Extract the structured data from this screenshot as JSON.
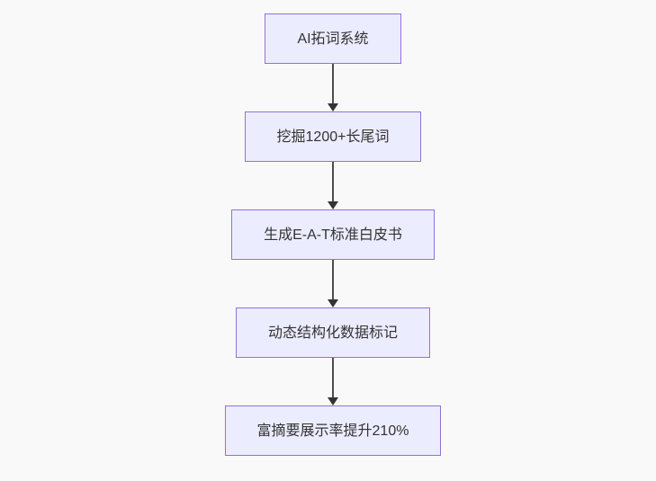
{
  "diagram": {
    "type": "flowchart-top-down",
    "nodes": [
      {
        "id": "A",
        "label": "AI拓词系统"
      },
      {
        "id": "B",
        "label": "挖掘1200+长尾词"
      },
      {
        "id": "C",
        "label": "生成E-A-T标准白皮书"
      },
      {
        "id": "D",
        "label": "动态结构化数据标记"
      },
      {
        "id": "E",
        "label": "富摘要展示率提升210%"
      }
    ],
    "edges": [
      {
        "from": "A",
        "to": "B"
      },
      {
        "from": "B",
        "to": "C"
      },
      {
        "from": "C",
        "to": "D"
      },
      {
        "from": "D",
        "to": "E"
      }
    ],
    "colors": {
      "node_fill": "#ececff",
      "node_border": "#9370db",
      "node_text": "#333333",
      "arrow_line": "#4d4d4d",
      "arrow_head": "#333333",
      "background": "#f9f9f9"
    }
  }
}
